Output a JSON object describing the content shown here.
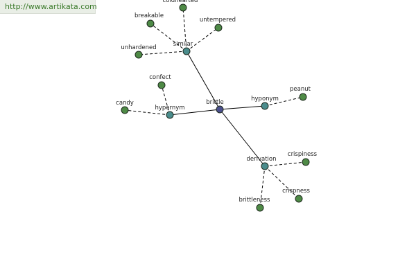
{
  "banner": {
    "url_text": "http://www.artikata.com"
  },
  "colors": {
    "root": "#4a4f8c",
    "relation": "#4a8c8c",
    "word": "#4e8a46"
  },
  "graph": {
    "nodes": [
      {
        "id": "brittle",
        "label": "brittle",
        "kind": "root"
      },
      {
        "id": "similar",
        "label": "similar",
        "kind": "relation"
      },
      {
        "id": "hypernym",
        "label": "hypernym",
        "kind": "relation"
      },
      {
        "id": "hyponym",
        "label": "hyponym",
        "kind": "relation"
      },
      {
        "id": "derivation",
        "label": "derivation",
        "kind": "relation"
      },
      {
        "id": "coldhearted",
        "label": "coldhearted",
        "kind": "word"
      },
      {
        "id": "breakable",
        "label": "breakable",
        "kind": "word"
      },
      {
        "id": "untempered",
        "label": "untempered",
        "kind": "word"
      },
      {
        "id": "unhardened",
        "label": "unhardened",
        "kind": "word"
      },
      {
        "id": "confect",
        "label": "confect",
        "kind": "word"
      },
      {
        "id": "candy",
        "label": "candy",
        "kind": "word"
      },
      {
        "id": "peanut",
        "label": "peanut",
        "kind": "word"
      },
      {
        "id": "crispiness",
        "label": "crispiness",
        "kind": "word"
      },
      {
        "id": "crispness",
        "label": "crispness",
        "kind": "word"
      },
      {
        "id": "brittleness",
        "label": "brittleness",
        "kind": "word"
      }
    ],
    "edges": [
      {
        "from": "brittle",
        "to": "similar",
        "style": "solid"
      },
      {
        "from": "brittle",
        "to": "hypernym",
        "style": "solid"
      },
      {
        "from": "brittle",
        "to": "hyponym",
        "style": "solid"
      },
      {
        "from": "brittle",
        "to": "derivation",
        "style": "solid"
      },
      {
        "from": "similar",
        "to": "coldhearted",
        "style": "dashed"
      },
      {
        "from": "similar",
        "to": "breakable",
        "style": "dashed"
      },
      {
        "from": "similar",
        "to": "untempered",
        "style": "dashed"
      },
      {
        "from": "similar",
        "to": "unhardened",
        "style": "dashed"
      },
      {
        "from": "hypernym",
        "to": "confect",
        "style": "dashed"
      },
      {
        "from": "hypernym",
        "to": "candy",
        "style": "dashed"
      },
      {
        "from": "hyponym",
        "to": "peanut",
        "style": "dashed"
      },
      {
        "from": "derivation",
        "to": "crispiness",
        "style": "dashed"
      },
      {
        "from": "derivation",
        "to": "crispness",
        "style": "dashed"
      },
      {
        "from": "derivation",
        "to": "brittleness",
        "style": "dashed"
      }
    ]
  }
}
